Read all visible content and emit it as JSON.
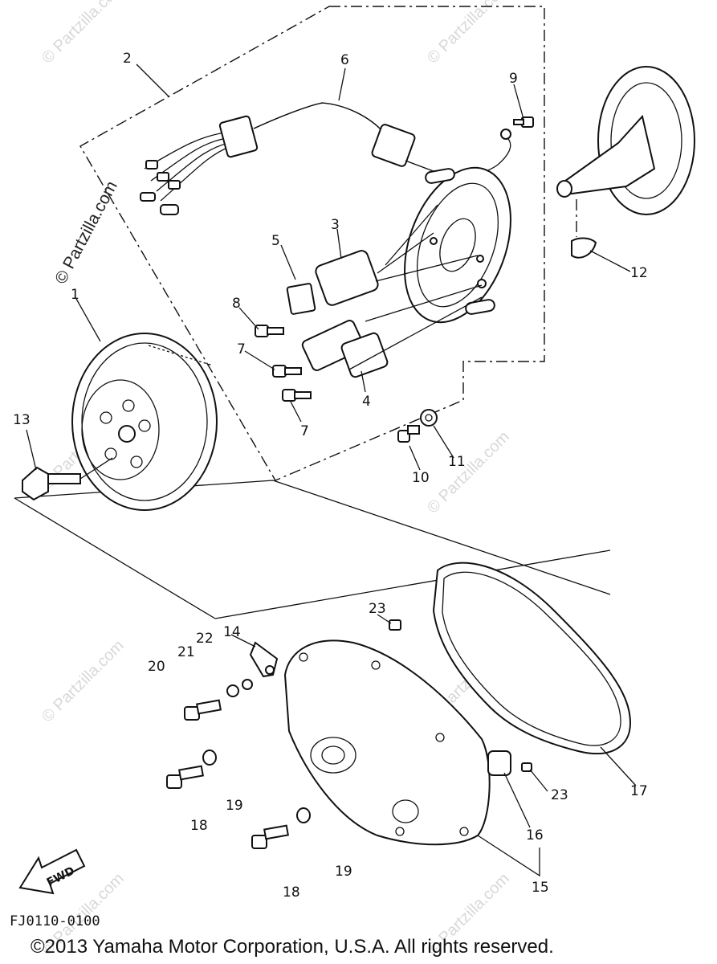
{
  "callouts": {
    "c1": "1",
    "c2": "2",
    "c3": "3",
    "c4": "4",
    "c5": "5",
    "c6": "6",
    "c7a": "7",
    "c7b": "7",
    "c8": "8",
    "c9": "9",
    "c10": "10",
    "c11": "11",
    "c12": "12",
    "c13": "13",
    "c14": "14",
    "c15": "15",
    "c16": "16",
    "c17": "17",
    "c18a": "18",
    "c18b": "18",
    "c19a": "19",
    "c19b": "19",
    "c20": "20",
    "c21": "21",
    "c22": "22",
    "c23a": "23",
    "c23b": "23"
  },
  "fwd_label": "FWD",
  "diagram_code": "FJ0110-0100",
  "watermark": "© Partzilla.com",
  "copyright": "©2013  Yamaha Motor Corporation, U.S.A. All rights reserved."
}
